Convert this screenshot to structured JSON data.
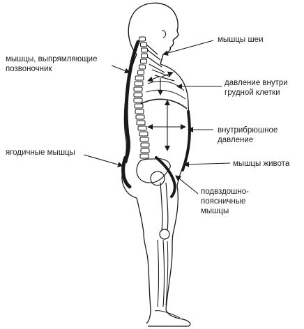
{
  "labels": {
    "erector_spinae": [
      "мышцы,  выпрямляющие",
      "позвоночник"
    ],
    "gluteal": "ягодичные мышцы",
    "neck": "мышцы шеи",
    "thoracic_pressure": [
      "давление  внутри",
      "грудной клетки"
    ],
    "abdominal_pressure": [
      "внутрибрюшное",
      "давление"
    ],
    "abdominal_muscles": "мышцы живота",
    "iliopsoas": [
      "подвздошно-",
      "поясничные",
      "мышцы"
    ]
  },
  "colors": {
    "line": "#1a1a1a",
    "background": "#ffffff"
  }
}
